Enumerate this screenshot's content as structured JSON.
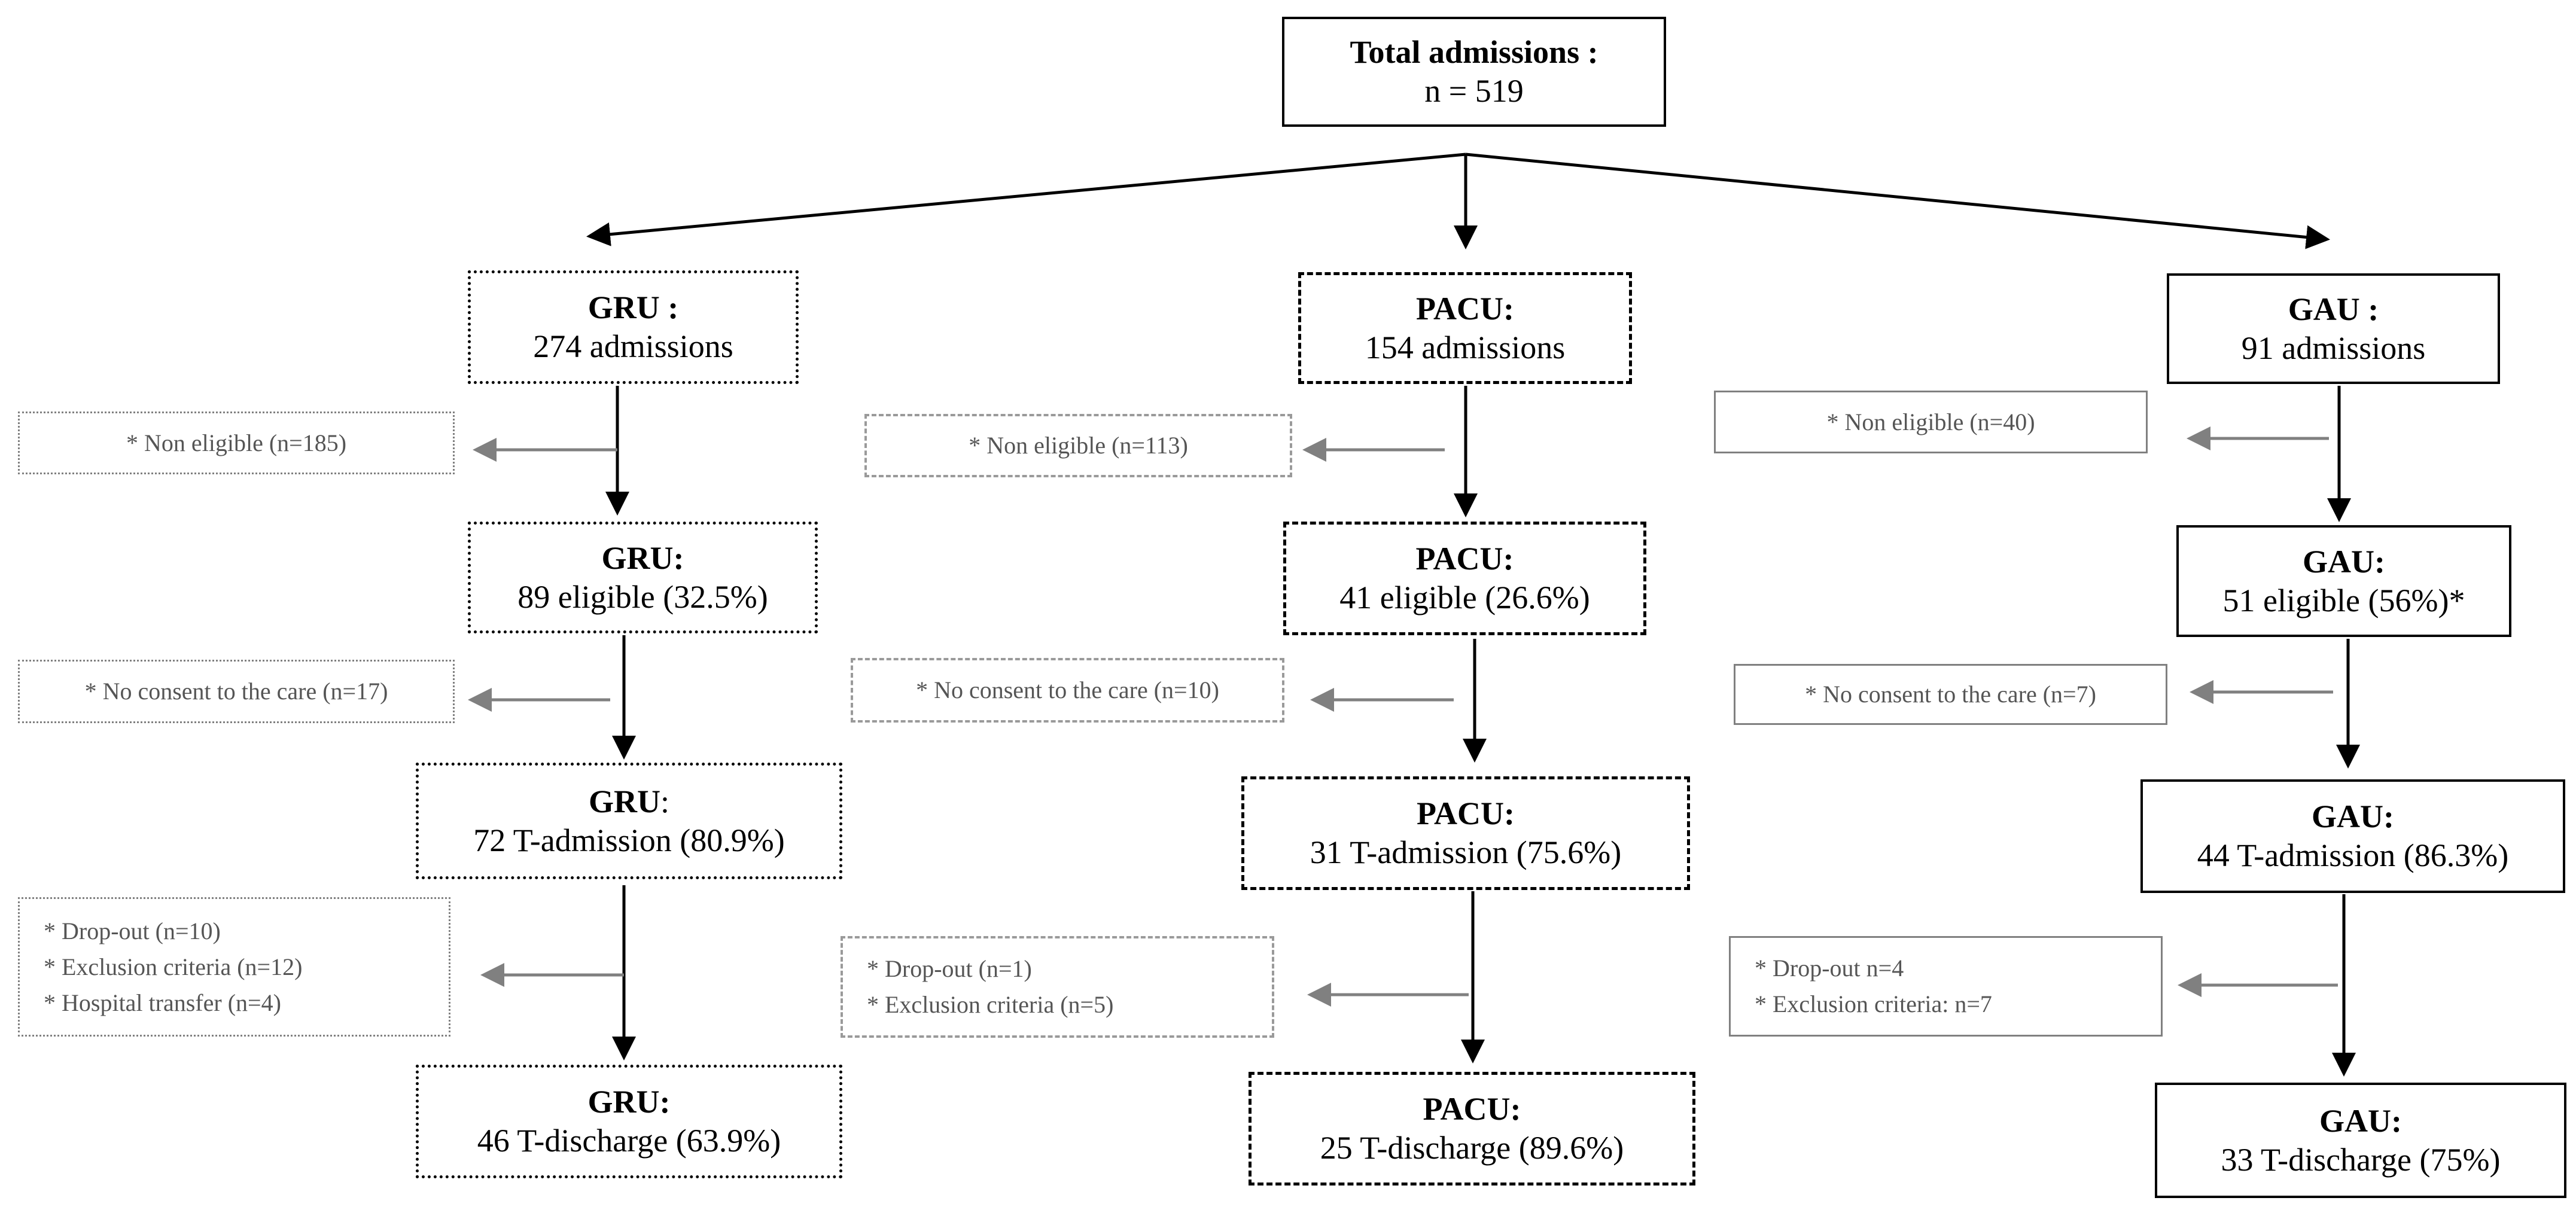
{
  "root": {
    "title": "Total admissions :",
    "value": "n = 519"
  },
  "columns": {
    "gru": {
      "unit": {
        "title": "GRU :",
        "value": "274 admissions"
      },
      "eligible": {
        "title": "GRU:",
        "value": "89 eligible (32.5%)"
      },
      "t_admission": {
        "title": "GRU",
        "title_suffix": ":",
        "value": "72 T-admission (80.9%)"
      },
      "t_discharge": {
        "title": "GRU:",
        "value": "46 T-discharge (63.9%)"
      },
      "excluded_1": "* Non eligible (n=185)",
      "excluded_2": "* No consent to the care (n=17)",
      "excluded_3": [
        "* Drop-out (n=10)",
        "* Exclusion criteria (n=12)",
        "* Hospital transfer (n=4)"
      ]
    },
    "pacu": {
      "unit": {
        "title": "PACU:",
        "value": "154 admissions"
      },
      "eligible": {
        "title": "PACU:",
        "value": "41 eligible (26.6%)"
      },
      "t_admission": {
        "title": "PACU:",
        "value": "31 T-admission (75.6%)"
      },
      "t_discharge": {
        "title": "PACU:",
        "value": "25 T-discharge (89.6%)"
      },
      "excluded_1": "* Non eligible (n=113)",
      "excluded_2": "* No consent to the care (n=10)",
      "excluded_3": [
        "* Drop-out (n=1)",
        "* Exclusion criteria (n=5)"
      ]
    },
    "gau": {
      "unit": {
        "title": "GAU :",
        "value": "91 admissions"
      },
      "eligible": {
        "title": "GAU:",
        "value": "51 eligible (56%)*"
      },
      "t_admission": {
        "title": "GAU:",
        "value": "44 T-admission (86.3%)"
      },
      "t_discharge": {
        "title": "GAU:",
        "value": "33 T-discharge (75%)"
      },
      "excluded_1": "* Non eligible (n=40)",
      "excluded_2": "* No consent to the care (n=7)",
      "excluded_3": [
        "* Drop-out n=4",
        "* Exclusion criteria: n=7"
      ]
    }
  },
  "colors": {
    "line": "#000000",
    "side_arrow": "#808080",
    "side_text": "#555555"
  }
}
